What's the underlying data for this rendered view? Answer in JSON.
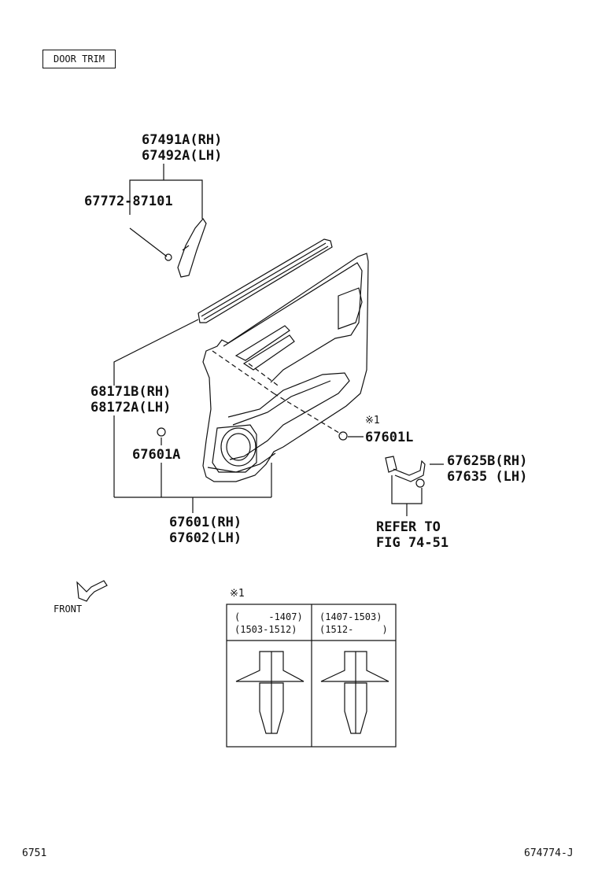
{
  "title": "DOOR TRIM",
  "parts": {
    "p67491": "67491A(RH)",
    "p67492": "67492A(LH)",
    "p67772": "67772-87101",
    "p68171": "68171B(RH)",
    "p68172": "68172A(LH)",
    "p67601A": "67601A",
    "p67601L": "67601L",
    "note1_mark": "※1",
    "p67625": "67625B(RH)",
    "p67635": "67635 (LH)",
    "refer1": "REFER TO",
    "refer2": "FIG 74-51",
    "p67601": "67601(RH)",
    "p67602": "67602(LH)"
  },
  "front_label": "FRONT",
  "table": {
    "mark": "※1",
    "col1_line1": "(     -1407)",
    "col1_line2": "(1503-1512)",
    "col2_line1": "(1407-1503)",
    "col2_line2": "(1512-     )"
  },
  "footer": {
    "left": "6751",
    "right": "674774-J"
  }
}
